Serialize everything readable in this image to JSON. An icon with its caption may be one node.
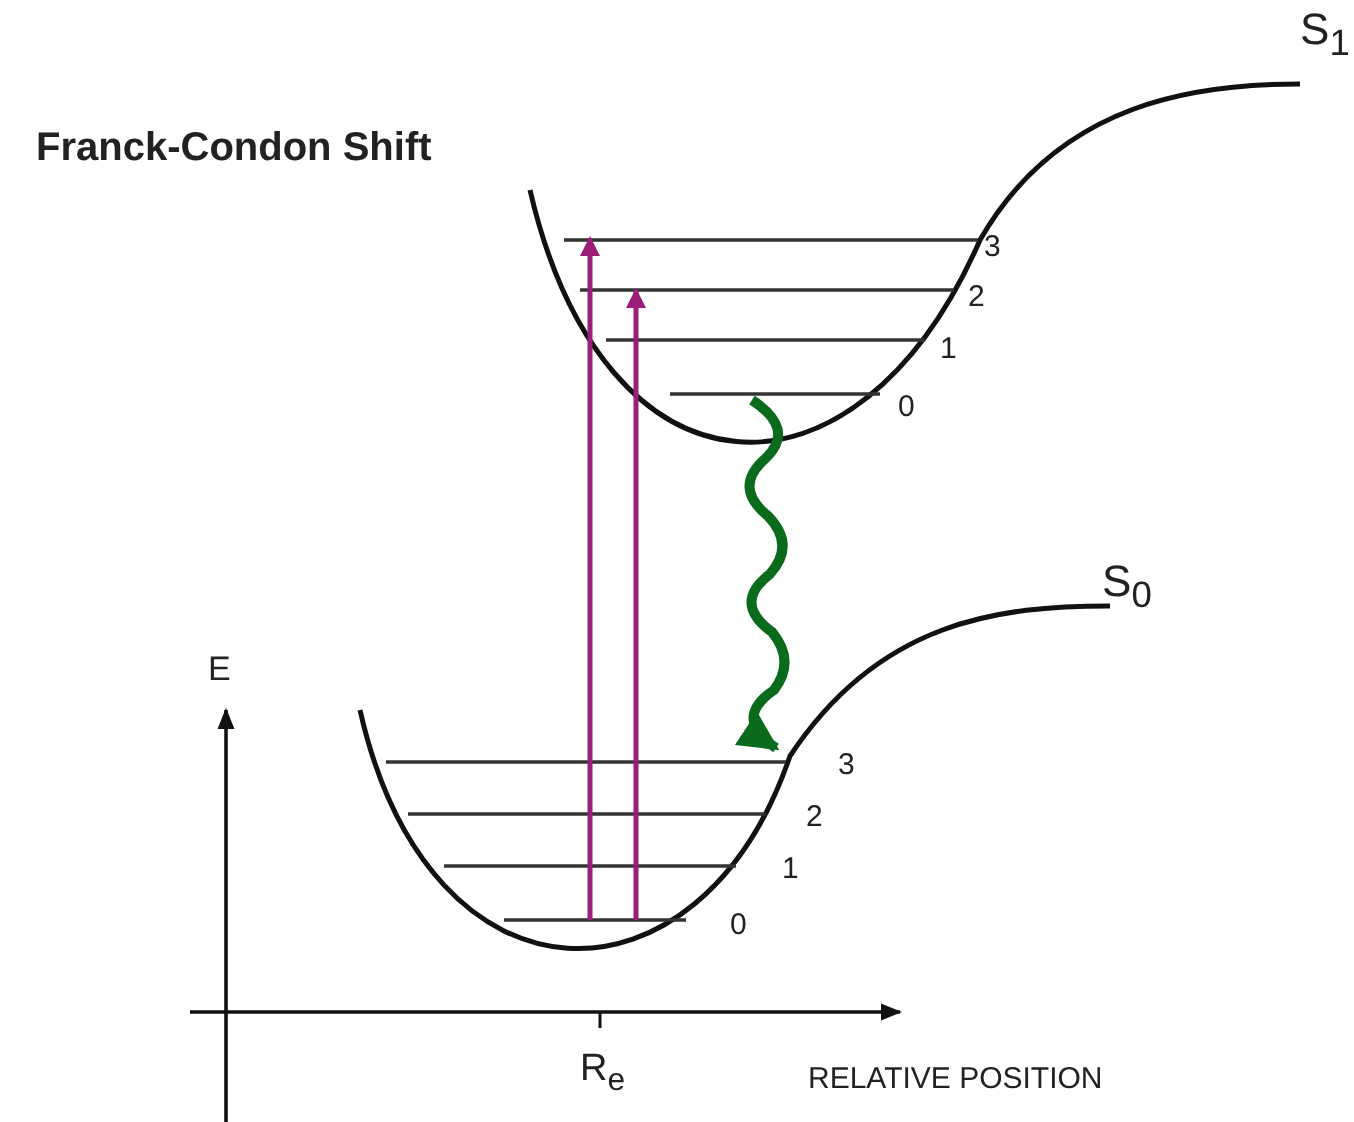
{
  "diagram": {
    "title": "Franck-Condon Shift",
    "labels": [
      "S$_{1}$",
      "3",
      "2",
      "1",
      "0",
      "S$_{0}$",
      "E",
      "3",
      "2",
      "1",
      "0",
      "R$_{e}$",
      "RELATIVE POSITION"
    ]
  }
}
